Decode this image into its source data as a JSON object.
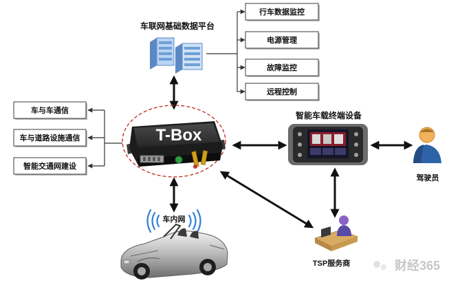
{
  "platform": {
    "title": "车联网基础数据平台",
    "functions": [
      "行车数据监控",
      "电源管理",
      "故障监控",
      "远程控制"
    ]
  },
  "tbox": {
    "label": "T-Box"
  },
  "communication": {
    "items": [
      "车与车通信",
      "车与道路设施通信",
      "智能交通网建设"
    ]
  },
  "terminal": {
    "title": "智能车载终端设备"
  },
  "driver": {
    "label": "驾驶员"
  },
  "tsp": {
    "label": "TSP服务商"
  },
  "in_vehicle": {
    "label": "车内网"
  },
  "watermark": {
    "text": "财经365"
  },
  "colors": {
    "ellipse": "#c0392b",
    "wifi": "#2f7fd8",
    "server": "#6f9fd4"
  }
}
